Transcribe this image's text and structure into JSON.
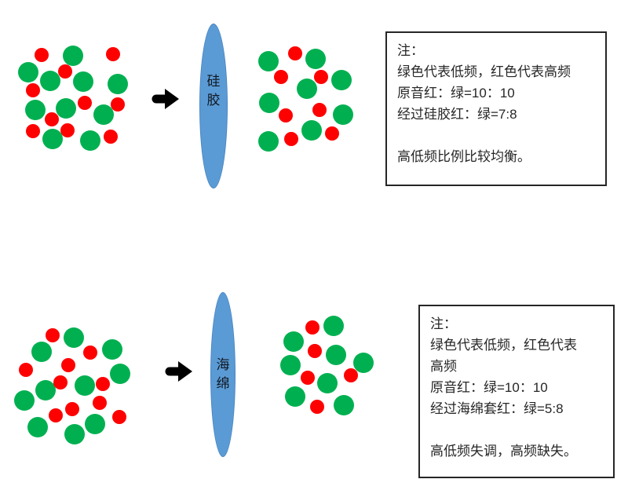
{
  "colors": {
    "green": "#00B050",
    "red": "#FF0000",
    "filter_fill": "#5B9BD5",
    "filter_border": "#4A86C2",
    "arrow": "#000000",
    "note_border": "#262626",
    "text": "#262626"
  },
  "dot_radius": {
    "green": 13,
    "red": 9
  },
  "legend": {
    "green_meaning": "低频",
    "red_meaning": "高频"
  },
  "top_row": {
    "filter_name": "硅胶",
    "filter_chars": [
      "硅",
      "胶"
    ],
    "ratio_original": "10：10",
    "ratio_after": "7:8",
    "input_dots": {
      "green": [
        [
          93,
          71
        ],
        [
          36,
          92
        ],
        [
          64,
          103
        ],
        [
          106,
          104
        ],
        [
          150,
          107
        ],
        [
          45,
          140
        ],
        [
          84,
          138
        ],
        [
          132,
          146
        ],
        [
          67,
          177
        ],
        [
          115,
          179
        ]
      ],
      "red": [
        [
          53,
          70
        ],
        [
          144,
          69
        ],
        [
          83,
          91
        ],
        [
          42,
          115
        ],
        [
          108,
          131
        ],
        [
          150,
          133
        ],
        [
          66,
          152
        ],
        [
          42,
          167
        ],
        [
          86,
          166
        ],
        [
          141,
          174
        ]
      ]
    },
    "output_dots": {
      "green": [
        [
          342,
          78
        ],
        [
          402,
          75
        ],
        [
          435,
          102
        ],
        [
          391,
          113
        ],
        [
          343,
          131
        ],
        [
          437,
          146
        ],
        [
          397,
          166
        ],
        [
          342,
          180
        ]
      ],
      "red": [
        [
          376,
          68
        ],
        [
          358,
          98
        ],
        [
          409,
          98
        ],
        [
          407,
          140
        ],
        [
          364,
          147
        ],
        [
          423,
          170
        ],
        [
          371,
          177
        ]
      ]
    },
    "note": {
      "lines": [
        "注：",
        "绿色代表低频，红色代表高频",
        "原音红：绿=10：10",
        "经过硅胶红：绿=7:8",
        "",
        "高低频比例比较均衡。"
      ]
    }
  },
  "bottom_row": {
    "filter_name": "海绵",
    "filter_chars": [
      "海",
      "绵"
    ],
    "ratio_original": "10：10",
    "ratio_after": "5:8",
    "input_dots": {
      "green": [
        [
          94,
          430
        ],
        [
          53,
          448
        ],
        [
          143,
          445
        ],
        [
          153,
          476
        ],
        [
          108,
          491
        ],
        [
          58,
          497
        ],
        [
          31,
          510
        ],
        [
          121,
          540
        ],
        [
          48,
          544
        ],
        [
          95,
          553
        ]
      ],
      "red": [
        [
          67,
          427
        ],
        [
          115,
          449
        ],
        [
          87,
          465
        ],
        [
          33,
          471
        ],
        [
          77,
          487
        ],
        [
          131,
          489
        ],
        [
          127,
          513
        ],
        [
          92,
          521
        ],
        [
          71,
          529
        ],
        [
          152,
          531
        ]
      ]
    },
    "output_dots": {
      "green": [
        [
          425,
          415
        ],
        [
          374,
          435
        ],
        [
          428,
          452
        ],
        [
          463,
          462
        ],
        [
          370,
          465
        ],
        [
          417,
          488
        ],
        [
          376,
          505
        ],
        [
          438,
          516
        ]
      ],
      "red": [
        [
          398,
          417
        ],
        [
          401,
          447
        ],
        [
          392,
          481
        ],
        [
          447,
          478
        ],
        [
          404,
          518
        ]
      ]
    },
    "note": {
      "lines": [
        "注：",
        "绿色代表低频，红色代表",
        "高频",
        "原音红：绿=10：10",
        "经过海绵套红：绿=5:8",
        "",
        "高低频失调，高频缺失。"
      ]
    }
  }
}
